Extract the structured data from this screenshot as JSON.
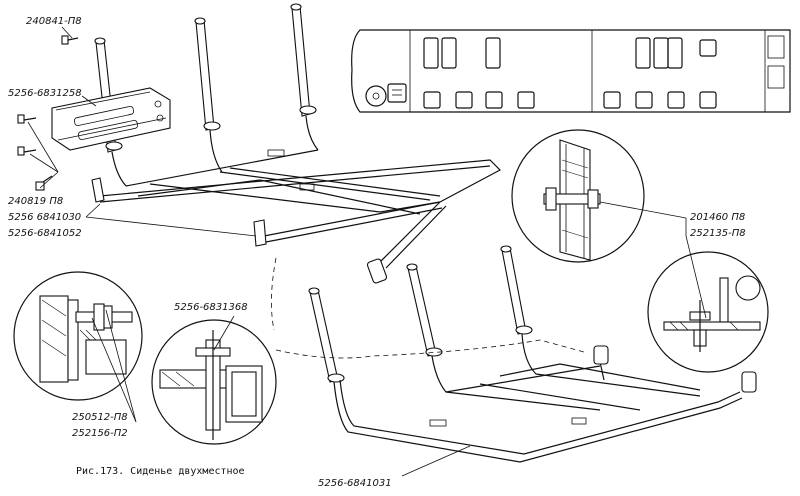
{
  "figure": {
    "caption": "Рис.173. Сиденье двухместное"
  },
  "part_labels": {
    "bolt_top": "240841-П8",
    "bracket": "5256-6831258",
    "bolts_bottom": "240819 П8",
    "frame_a": "5256 6841030",
    "frame_b": "5256-6841052",
    "detail_right_1": "201460 П8",
    "detail_right_2": "252135-П8",
    "detail_left_bracket": "5256-6831368",
    "detail_left_1": "250512-П8",
    "detail_left_2": "252156-П2",
    "frame_bottom": "5256-6841031"
  }
}
